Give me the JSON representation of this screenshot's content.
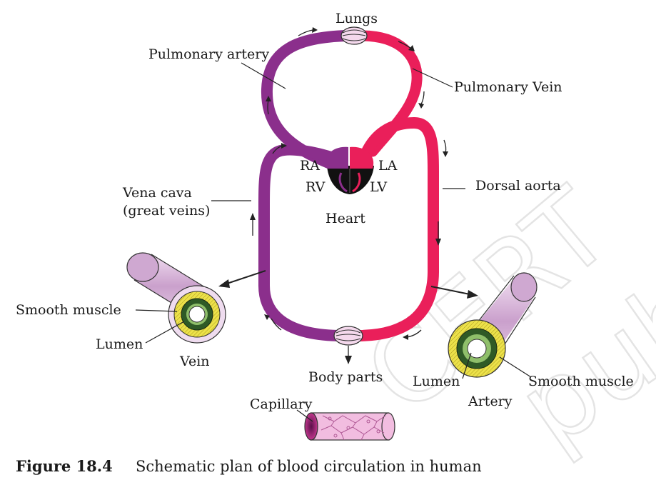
{
  "labels": {
    "lungs": "Lungs",
    "pulmonary_artery": "Pulmonary artery",
    "pulmonary_vein": "Pulmonary Vein",
    "ra": "RA",
    "la": "LA",
    "rv": "RV",
    "lv": "LV",
    "heart": "Heart",
    "dorsal_aorta": "Dorsal aorta",
    "vena_cava_line1": "Vena cava",
    "vena_cava_line2": "(great veins)",
    "smooth_muscle_vein": "Smooth muscle",
    "lumen_vein": "Lumen",
    "vein": "Vein",
    "body_parts": "Body parts",
    "lumen_artery": "Lumen",
    "smooth_muscle_artery": "Smooth muscle",
    "artery": "Artery",
    "capillary": "Capillary"
  },
  "caption": {
    "figure_number": "Figure 18.4",
    "text": "Schematic plan of blood circulation in human"
  },
  "watermark": {
    "left": "CERT",
    "right": "publish"
  },
  "colors": {
    "deoxygenated": "#8b2f8c",
    "oxygenated": "#ea1f5a",
    "muscle_layer": "#ece14a",
    "vessel_wall": "#d7b6d9",
    "capillary_fill": "#f2bde0",
    "heart_dark": "#111111"
  }
}
